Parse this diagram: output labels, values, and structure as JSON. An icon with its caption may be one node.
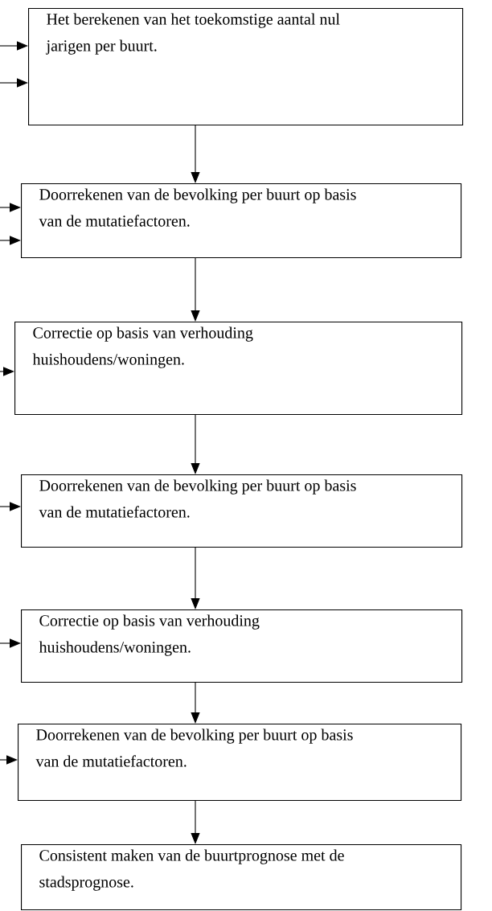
{
  "diagram": {
    "nodes": [
      {
        "text": [
          "Het berekenen van het toekomstige aantal nul jarigen per buurt."
        ]
      },
      {
        "text": [
          "Doorrekenen van de bevolking per buurt op basis van de mutatiefactoren."
        ]
      },
      {
        "text": [
          "Correctie op basis van verhouding huishoudens/woningen."
        ]
      },
      {
        "text": [
          "Doorrekenen van de bevolking per buurt op basis van de mutatiefactoren."
        ]
      },
      {
        "text": [
          "Correctie op basis van verhouding huishoudens/woningen."
        ]
      },
      {
        "text": [
          "Doorrekenen van de bevolking per buurt op basis van de mutatiefactoren."
        ]
      },
      {
        "text": [
          "Consistent maken van de buurtprognose met de stadsprognose."
        ]
      }
    ],
    "edges": [
      {
        "from": null,
        "to": 0,
        "arrow": "to"
      },
      {
        "from": null,
        "to": 0,
        "arrow": "to"
      },
      {
        "from": 0,
        "to": 1,
        "arrow": "to"
      },
      {
        "from": null,
        "to": 1,
        "arrow": "to"
      },
      {
        "from": null,
        "to": 1,
        "arrow": "to"
      },
      {
        "from": 1,
        "to": 2,
        "arrow": "to"
      },
      {
        "from": null,
        "to": 2,
        "arrow": "to"
      },
      {
        "from": 2,
        "to": 3,
        "arrow": "to"
      },
      {
        "from": null,
        "to": 3,
        "arrow": "to"
      },
      {
        "from": 3,
        "to": 4,
        "arrow": "to"
      },
      {
        "from": null,
        "to": 4,
        "arrow": "to"
      },
      {
        "from": 4,
        "to": 5,
        "arrow": "to"
      },
      {
        "from": null,
        "to": 5,
        "arrow": "to"
      },
      {
        "from": 5,
        "to": 6,
        "arrow": "to"
      }
    ]
  }
}
